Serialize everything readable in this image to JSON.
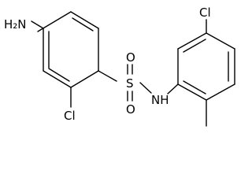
{
  "molecule": {
    "atoms": {
      "amino": "H₂N",
      "chloro_left": "Cl",
      "sulfur": "S",
      "oxygen_top": "O",
      "oxygen_bottom": "O",
      "imine": "NH",
      "chloro_right": "Cl"
    }
  },
  "colors": {
    "bond": "#000000",
    "label": "#000000",
    "background": "#ffffff"
  }
}
